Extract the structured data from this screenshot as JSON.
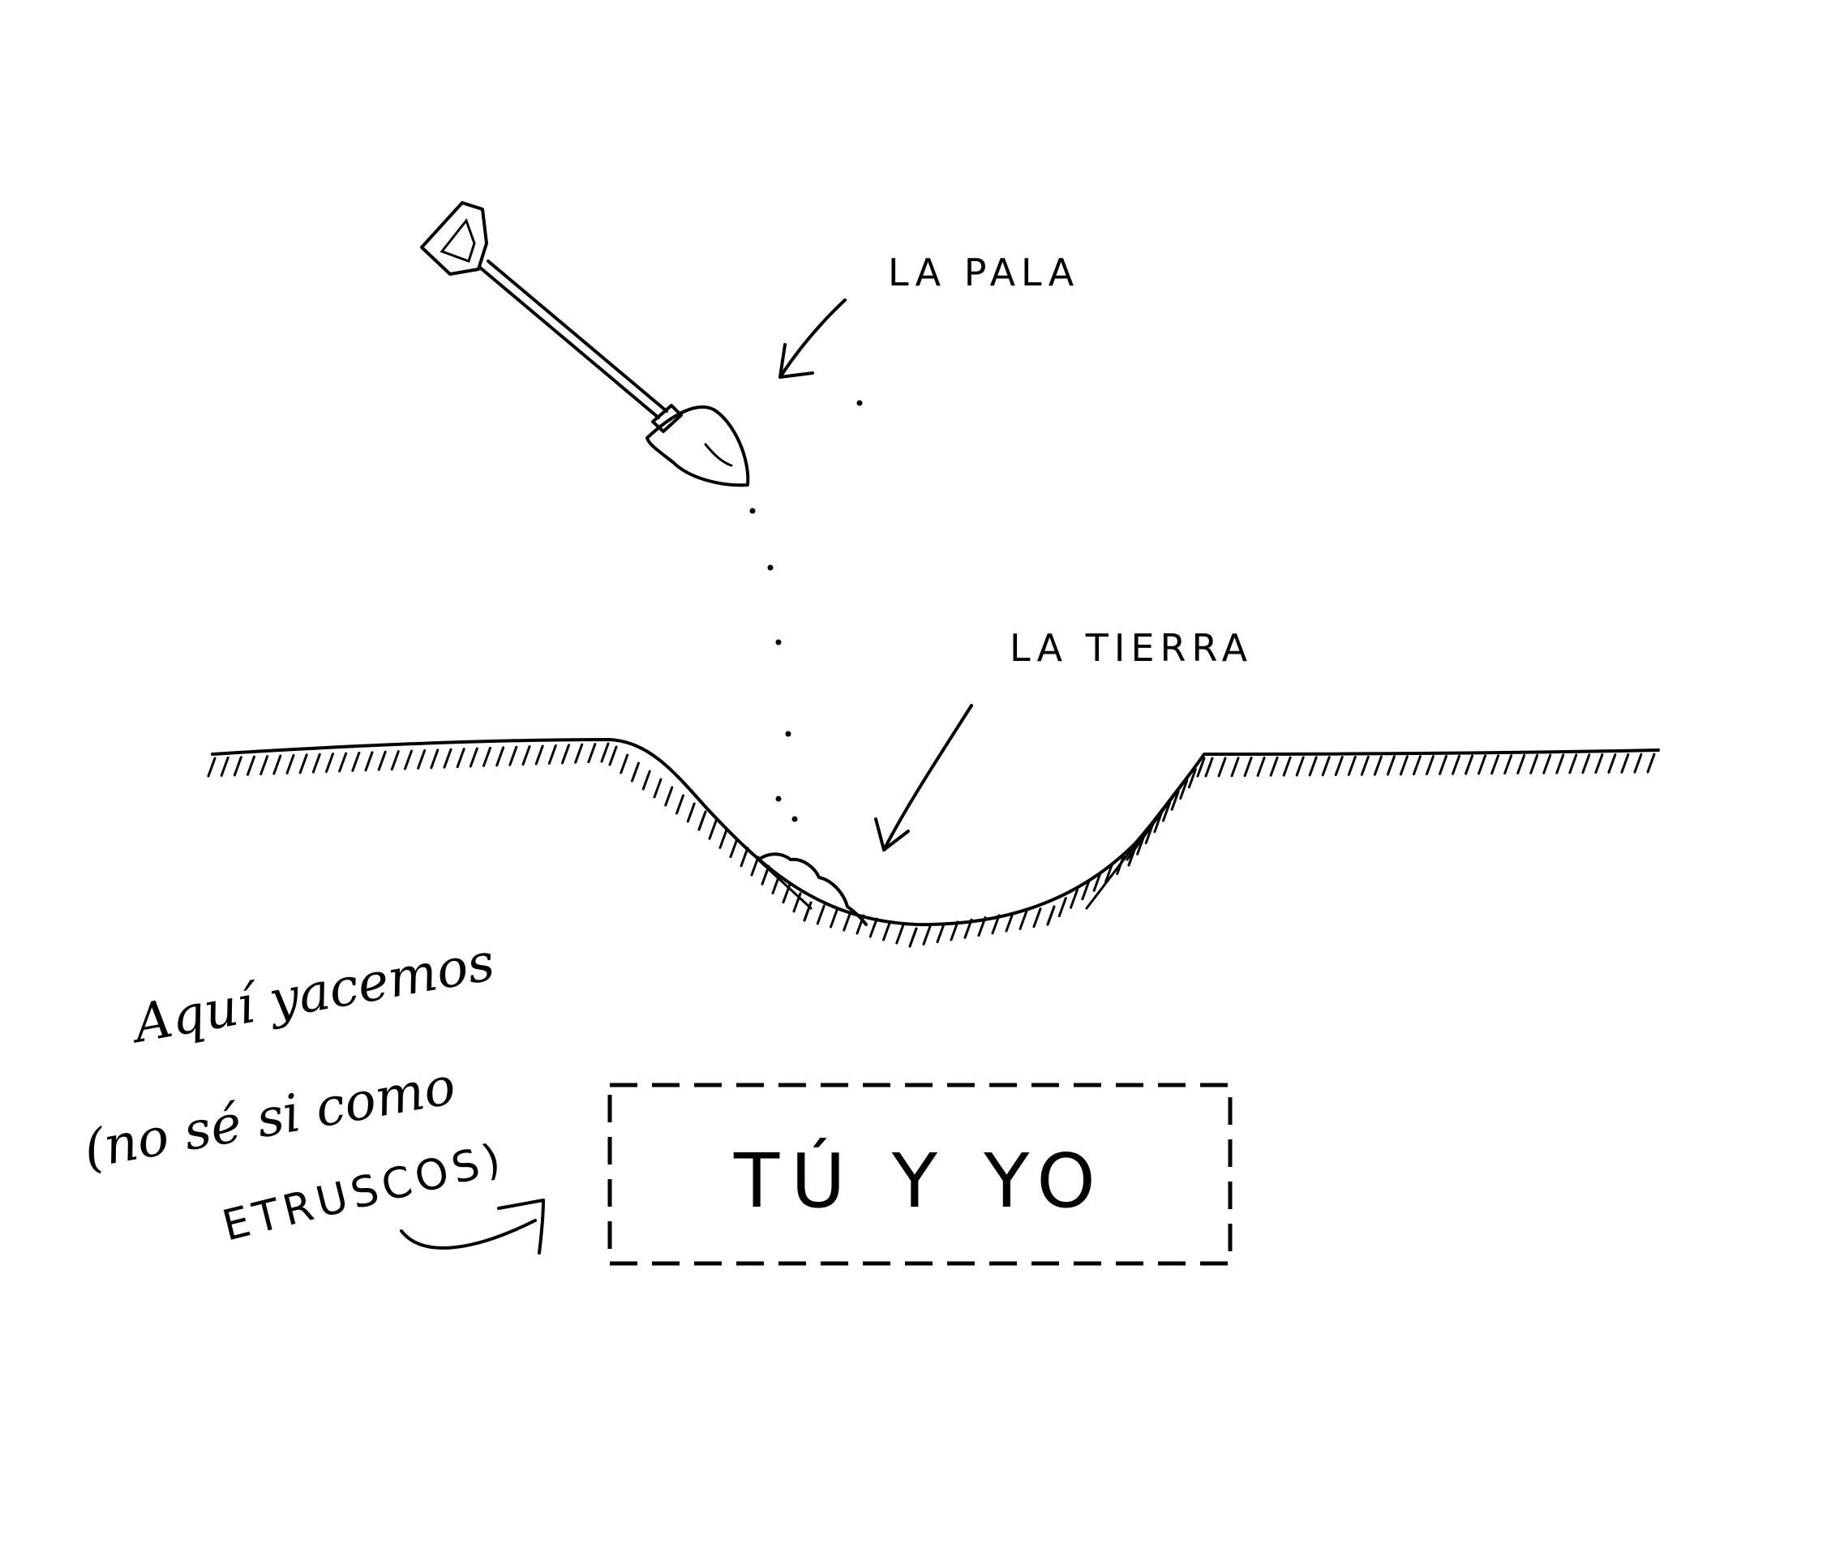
{
  "labels": {
    "shovel": "LA PALA",
    "dirt": "LA TIERRA"
  },
  "note": {
    "line1": "Aquí yacemos",
    "line2": "(no sé si como",
    "line3": "ETRUSCOS)"
  },
  "box": {
    "text": "TÚ Y YO"
  },
  "colors": {
    "ink": "#000000",
    "paper": "#ffffff"
  }
}
